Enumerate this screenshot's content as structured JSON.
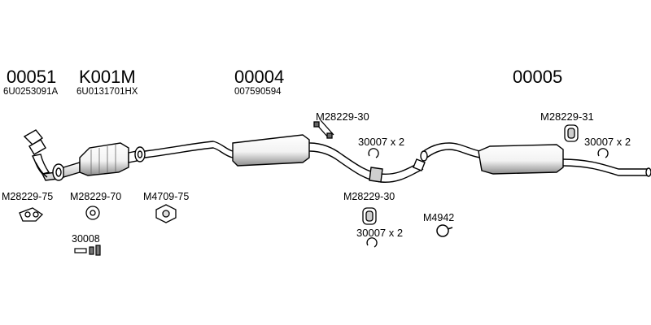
{
  "sections": [
    {
      "number": "00051",
      "code": "6U0253091A"
    },
    {
      "number": "K001M",
      "code": "6U0131701HX"
    },
    {
      "number": "00004",
      "code": "007590594"
    },
    {
      "number": "00005",
      "code": ""
    }
  ],
  "parts": {
    "hanger_top_mid": "M28229-30",
    "clamp_top_mid": "30007 x 2",
    "hanger_top_right": "M28229-31",
    "clamp_top_right": "30007 x 2",
    "gasket_left": "M28229-75",
    "ring_left": "M28229-70",
    "flange_gasket": "M4709-75",
    "bolt_kit": "30008",
    "hanger_bottom_mid": "M28229-30",
    "clamp_bottom_mid": "30007 x 2",
    "clamp_ring": "M4942"
  },
  "colors": {
    "line": "#000000",
    "fill": "#ffffff",
    "shade": "#9a9a9a"
  }
}
